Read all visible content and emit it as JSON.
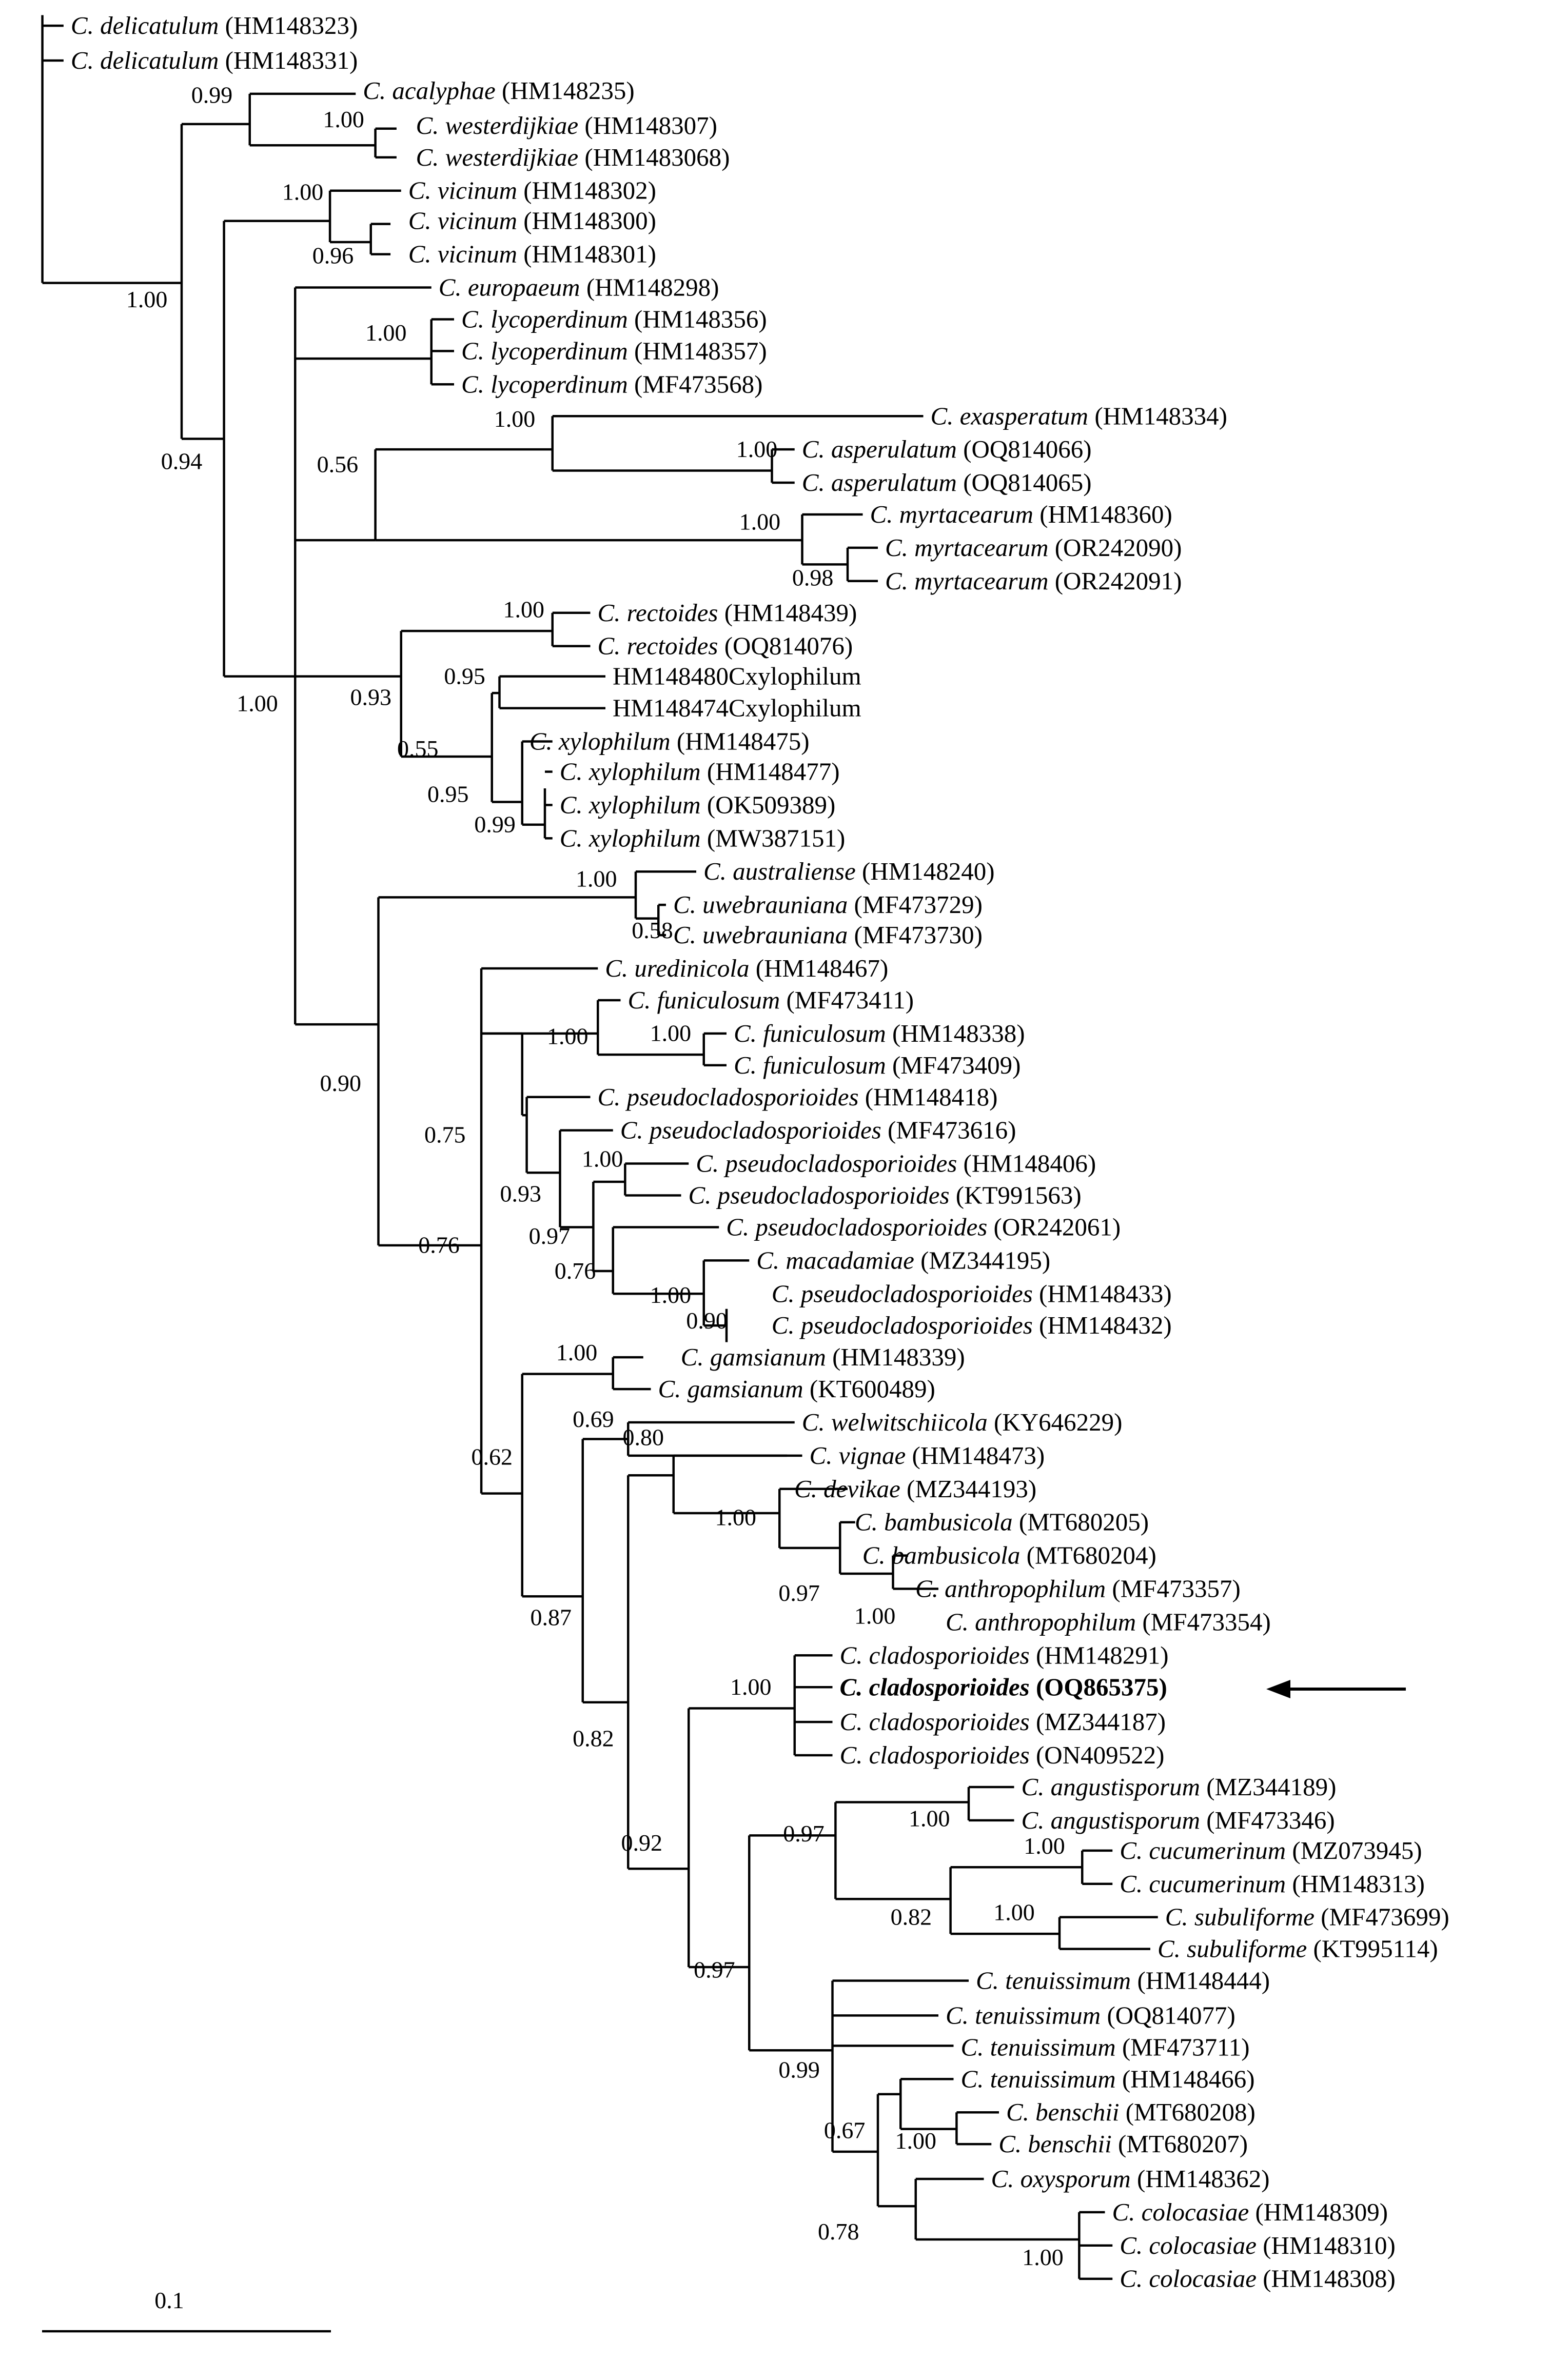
{
  "figure": {
    "scale_label": "0.1",
    "highlighted_taxon_arrow": true
  },
  "leaves": [
    {
      "species": "C. delicatulum",
      "accession": "(HM148323)"
    },
    {
      "species": "C. delicatulum",
      "accession": "(HM148331)"
    },
    {
      "species": "C. acalyphae",
      "accession": "(HM148235)"
    },
    {
      "species": "C. westerdijkiae",
      "accession": "(HM148307)"
    },
    {
      "species": "C. westerdijkiae",
      "accession": "(HM1483068)"
    },
    {
      "species": "C. vicinum",
      "accession": "(HM148302)"
    },
    {
      "species": "C. vicinum",
      "accession": "(HM148300)"
    },
    {
      "species": "C. vicinum",
      "accession": "(HM148301)"
    },
    {
      "species": "C. europaeum",
      "accession": "(HM148298)"
    },
    {
      "species": "C. lycoperdinum",
      "accession": "(HM148356)"
    },
    {
      "species": "C. lycoperdinum",
      "accession": "(HM148357)"
    },
    {
      "species": "C. lycoperdinum",
      "accession": "(MF473568)"
    },
    {
      "species": "C. exasperatum",
      "accession": "(HM148334)"
    },
    {
      "species": "C. asperulatum",
      "accession": "(OQ814066)"
    },
    {
      "species": "C. asperulatum",
      "accession": "(OQ814065)"
    },
    {
      "species": "C. myrtacearum",
      "accession": "(HM148360)"
    },
    {
      "species": "C. myrtacearum",
      "accession": "(OR242090)"
    },
    {
      "species": "C. myrtacearum",
      "accession": "(OR242091)"
    },
    {
      "species": "C. rectoides",
      "accession": "(HM148439)"
    },
    {
      "species": "C. rectoides",
      "accession": "(OQ814076)"
    },
    {
      "species": "",
      "accession": "HM148480Cxylophilum"
    },
    {
      "species": "",
      "accession": "HM148474Cxylophilum"
    },
    {
      "species": "C. xylophilum",
      "accession": "(HM148475)"
    },
    {
      "species": "C. xylophilum",
      "accession": "(HM148477)"
    },
    {
      "species": "C. xylophilum",
      "accession": "(OK509389)"
    },
    {
      "species": "C. xylophilum",
      "accession": "(MW387151)"
    },
    {
      "species": "C. australiense",
      "accession": "(HM148240)"
    },
    {
      "species": "C. uwebrauniana",
      "accession": "(MF473729)"
    },
    {
      "species": "C. uwebrauniana",
      "accession": "(MF473730)"
    },
    {
      "species": "C. uredinicola",
      "accession": "(HM148467)"
    },
    {
      "species": "C. funiculosum",
      "accession": "(MF473411)"
    },
    {
      "species": "C. funiculosum",
      "accession": "(HM148338)"
    },
    {
      "species": "C. funiculosum",
      "accession": "(MF473409)"
    },
    {
      "species": "C. pseudocladosporioides",
      "accession": "(HM148418)"
    },
    {
      "species": "C. pseudocladosporioides",
      "accession": "(MF473616)"
    },
    {
      "species": "C. pseudocladosporioides",
      "accession": "(HM148406)"
    },
    {
      "species": "C. pseudocladosporioides",
      "accession": "(KT991563)"
    },
    {
      "species": "C. pseudocladosporioides",
      "accession": "(OR242061)"
    },
    {
      "species": "C. macadamiae",
      "accession": "(MZ344195)"
    },
    {
      "species": "C. pseudocladosporioides",
      "accession": "(HM148433)"
    },
    {
      "species": "C. pseudocladosporioides",
      "accession": "(HM148432)"
    },
    {
      "species": "C. gamsianum",
      "accession": "(HM148339)"
    },
    {
      "species": "C. gamsianum",
      "accession": "(KT600489)"
    },
    {
      "species": "C. welwitschiicola",
      "accession": "(KY646229)"
    },
    {
      "species": "C. vignae",
      "accession": "(HM148473)"
    },
    {
      "species": "C. devikae",
      "accession": "(MZ344193)"
    },
    {
      "species": "C. bambusicola",
      "accession": "(MT680205)"
    },
    {
      "species": "C. bambusicola",
      "accession": "(MT680204)"
    },
    {
      "species": "C. anthropophilum",
      "accession": "(MF473357)"
    },
    {
      "species": "C. anthropophilum",
      "accession": "(MF473354)"
    },
    {
      "species": "C. cladosporioides",
      "accession": "(HM148291)"
    },
    {
      "species": "C. cladosporioides",
      "accession": "(OQ865375)",
      "bold": true
    },
    {
      "species": "C. cladosporioides",
      "accession": "(MZ344187)"
    },
    {
      "species": "C. cladosporioides",
      "accession": "(ON409522)"
    },
    {
      "species": "C. angustisporum",
      "accession": "(MZ344189)"
    },
    {
      "species": "C. angustisporum",
      "accession": "(MF473346)"
    },
    {
      "species": "C. cucumerinum",
      "accession": "(MZ073945)"
    },
    {
      "species": "C. cucumerinum",
      "accession": "(HM148313)"
    },
    {
      "species": "C. subuliforme",
      "accession": "(MF473699)"
    },
    {
      "species": "C. subuliforme",
      "accession": "(KT995114)"
    },
    {
      "species": "C. tenuissimum",
      "accession": "(HM148444)"
    },
    {
      "species": "C. tenuissimum",
      "accession": "(OQ814077)"
    },
    {
      "species": "C. tenuissimum",
      "accession": "(MF473711)"
    },
    {
      "species": "C. tenuissimum",
      "accession": "(HM148466)"
    },
    {
      "species": "C. benschii",
      "accession": "(MT680208)"
    },
    {
      "species": "C. benschii",
      "accession": "(MT680207)"
    },
    {
      "species": "C. oxysporum",
      "accession": "(HM148362)"
    },
    {
      "species": "C. colocasiae",
      "accession": "(HM148309)"
    },
    {
      "species": "C. colocasiae",
      "accession": "(HM148310)"
    },
    {
      "species": "C. colocasiae",
      "accession": "(HM148308)"
    }
  ],
  "support_values": [
    "0.99",
    "1.00",
    "1.00",
    "0.96",
    "1.00",
    "1.00",
    "0.94",
    "1.00",
    "1.00",
    "0.56",
    "1.00",
    "0.98",
    "1.00",
    "1.00",
    "0.93",
    "0.95",
    "0.55",
    "0.95",
    "0.99",
    "1.00",
    "0.58",
    "0.90",
    "1.00",
    "1.00",
    "0.75",
    "0.76",
    "1.00",
    "0.93",
    "0.97",
    "0.76",
    "1.00",
    "0.90",
    "1.00",
    "0.69",
    "0.62",
    "0.80",
    "1.00",
    "0.97",
    "1.00",
    "0.87",
    "1.00",
    "0.82",
    "0.97",
    "1.00",
    "1.00",
    "0.82",
    "1.00",
    "0.92",
    "0.97",
    "0.99",
    "0.67",
    "1.00",
    "0.78",
    "1.00"
  ]
}
